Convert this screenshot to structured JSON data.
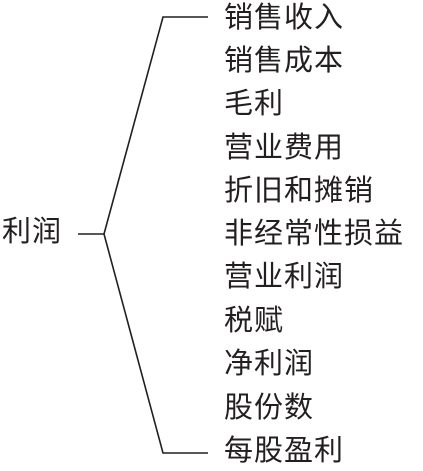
{
  "root": {
    "label": "利润"
  },
  "items": [
    {
      "label": "销售收入"
    },
    {
      "label": "销售成本"
    },
    {
      "label": "毛利"
    },
    {
      "label": "营业费用"
    },
    {
      "label": "折旧和摊销"
    },
    {
      "label": "非经常性损益"
    },
    {
      "label": "营业利润"
    },
    {
      "label": "税赋"
    },
    {
      "label": "净利润"
    },
    {
      "label": "股份数"
    },
    {
      "label": "每股盈利"
    }
  ],
  "colors": {
    "ink": "#231f20",
    "background": "#ffffff"
  }
}
